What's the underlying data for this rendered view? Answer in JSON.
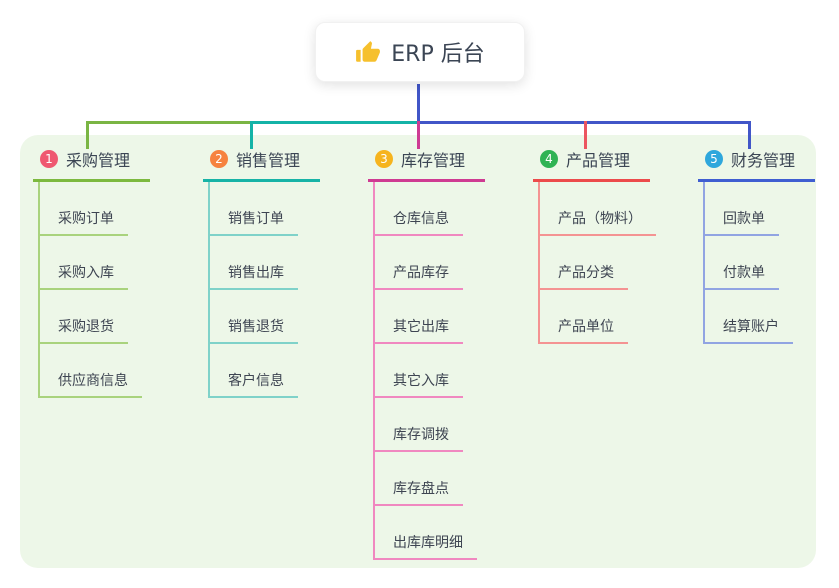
{
  "root": {
    "label": "ERP 后台",
    "icon": "thumbs-up-icon"
  },
  "colors": {
    "panel_bg": "#edf7e8",
    "root_connector": "#4156c8",
    "connector_green": "#7ab544",
    "connector_teal": "#14b3a7",
    "connector_magenta": "#ce3b94",
    "connector_red": "#ec5560",
    "connector_blue": "#4156c8"
  },
  "branches": [
    {
      "badge": "1",
      "label": "采购管理",
      "badge_color": "#ef5870",
      "underline_color": "#7cb93e",
      "child_line_color": "#a9d37d",
      "children": [
        "采购订单",
        "采购入库",
        "采购退货",
        "供应商信息"
      ]
    },
    {
      "badge": "2",
      "label": "销售管理",
      "badge_color": "#f6823f",
      "underline_color": "#17b3a6",
      "child_line_color": "#7fd2c9",
      "children": [
        "销售订单",
        "销售出库",
        "销售退货",
        "客户信息"
      ]
    },
    {
      "badge": "3",
      "label": "库存管理",
      "badge_color": "#f6b41e",
      "underline_color": "#cf3b92",
      "child_line_color": "#f088c0",
      "children": [
        "仓库信息",
        "产品库存",
        "其它出库",
        "其它入库",
        "库存调拨",
        "库存盘点",
        "出库库明细"
      ]
    },
    {
      "badge": "4",
      "label": "产品管理",
      "badge_color": "#2fb354",
      "underline_color": "#ec4b4b",
      "child_line_color": "#f49392",
      "children": [
        "产品（物料）",
        "产品分类",
        "产品单位"
      ]
    },
    {
      "badge": "5",
      "label": "财务管理",
      "badge_color": "#2ea7dc",
      "underline_color": "#3f5ed1",
      "child_line_color": "#91a4e2",
      "children": [
        "回款单",
        "付款单",
        "结算账户"
      ]
    }
  ]
}
